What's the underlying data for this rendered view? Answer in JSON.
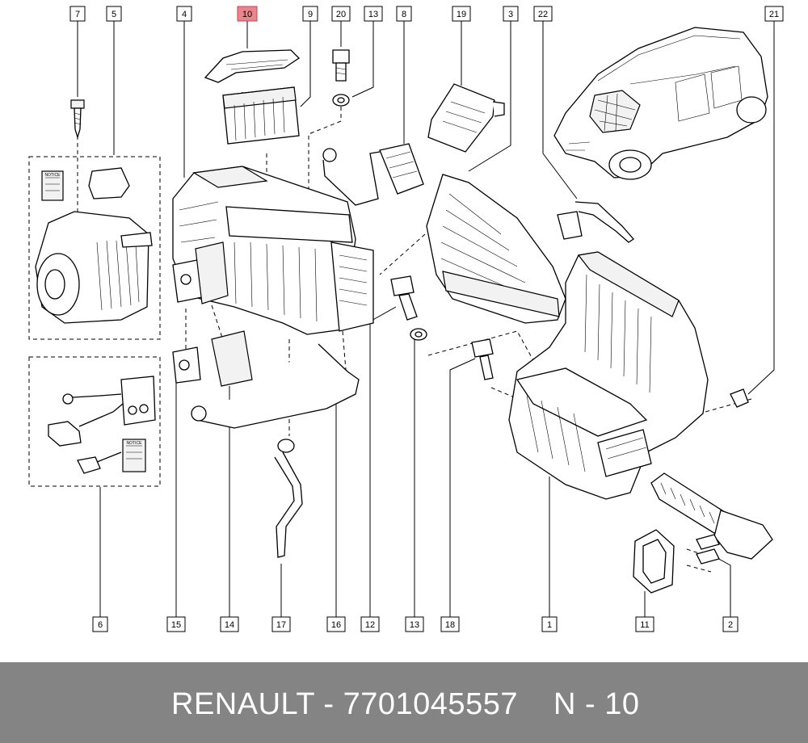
{
  "diagram": {
    "labels": [
      {
        "id": "7",
        "text": "7"
      },
      {
        "id": "5",
        "text": "5"
      },
      {
        "id": "4",
        "text": "4"
      },
      {
        "id": "10",
        "text": "10"
      },
      {
        "id": "9",
        "text": "9"
      },
      {
        "id": "20",
        "text": "20"
      },
      {
        "id": "13a",
        "text": "13"
      },
      {
        "id": "8",
        "text": "8"
      },
      {
        "id": "19",
        "text": "19"
      },
      {
        "id": "3",
        "text": "3"
      },
      {
        "id": "22",
        "text": "22"
      },
      {
        "id": "21",
        "text": "21"
      },
      {
        "id": "6",
        "text": "6"
      },
      {
        "id": "15",
        "text": "15"
      },
      {
        "id": "14",
        "text": "14"
      },
      {
        "id": "17",
        "text": "17"
      },
      {
        "id": "16",
        "text": "16"
      },
      {
        "id": "12",
        "text": "12"
      },
      {
        "id": "13b",
        "text": "13"
      },
      {
        "id": "18",
        "text": "18"
      },
      {
        "id": "1",
        "text": "1"
      },
      {
        "id": "11",
        "text": "11"
      },
      {
        "id": "2",
        "text": "2"
      }
    ],
    "highlighted_label": "10",
    "highlight_color": "#e8868c",
    "notice_text": "NOTICE"
  },
  "footer": {
    "brand_part": "RENAULT - 7701045557",
    "ref": "N - 10",
    "background": "#848484"
  }
}
